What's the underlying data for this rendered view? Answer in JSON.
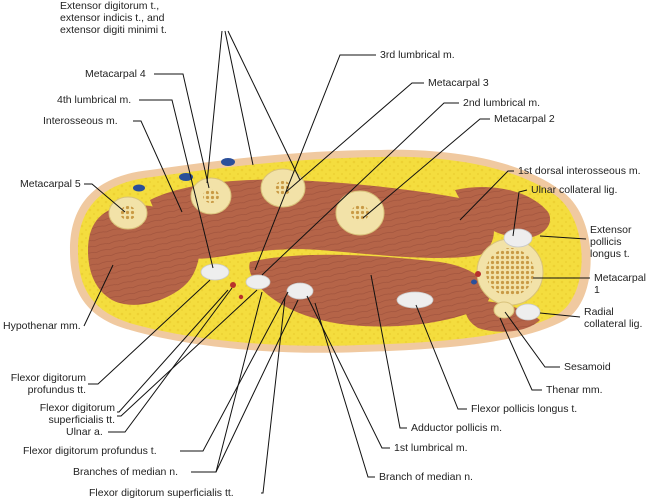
{
  "figure": {
    "title": "Cross section of the hand through the metacarpal bones",
    "colors": {
      "skin": "#f0c9a0",
      "fat": "#f4dd3e",
      "muscle": "#b56448",
      "muscle_dark": "#8e4533",
      "bone": "#f2e2a8",
      "marrow": "#c99a45",
      "tendon": "#eeeeee",
      "vein": "#2b4f9a",
      "artery": "#b8322c",
      "leader": "#111111"
    }
  },
  "labels": {
    "extensor_tendons": "Extensor digitorum t.,\nextensor indicis t., and\nextensor digiti minimi t.",
    "lumbrical_3": "3rd lumbrical m.",
    "metacarpal_4": "Metacarpal 4",
    "metacarpal_3": "Metacarpal 3",
    "lumbrical_4": "4th lumbrical m.",
    "lumbrical_2": "2nd lumbrical m.",
    "metacarpal_2": "Metacarpal 2",
    "interosseous": "Interosseous m.",
    "dorsal_interosseous_1": "1st dorsal interosseous m.",
    "ulnar_collateral": "Ulnar collateral lig.",
    "metacarpal_5": "Metacarpal 5",
    "extensor_pollicis_longus": "Extensor\npollicis\nlongus t.",
    "metacarpal_1": "Metacarpal 1",
    "hypothenar": "Hypothenar mm.",
    "radial_collateral": "Radial\ncollateral lig.",
    "sesamoid": "Sesamoid",
    "fdp_tt": "Flexor digitorum\nprofundus tt.",
    "thenar": "Thenar mm.",
    "fds_tt_left": "Flexor digitorum\nsuperficialis tt.",
    "fpl": "Flexor pollicis longus t.",
    "adductor_pollicis": "Adductor pollicis m.",
    "ulnar_artery": "Ulnar a.",
    "fdp_t": "Flexor digitorum profundus t.",
    "lumbrical_1": "1st lumbrical m.",
    "branches_median": "Branches of median n.",
    "branch_median": "Branch of median n.",
    "fds_tt_bottom": "Flexor digitorum superficialis tt."
  }
}
